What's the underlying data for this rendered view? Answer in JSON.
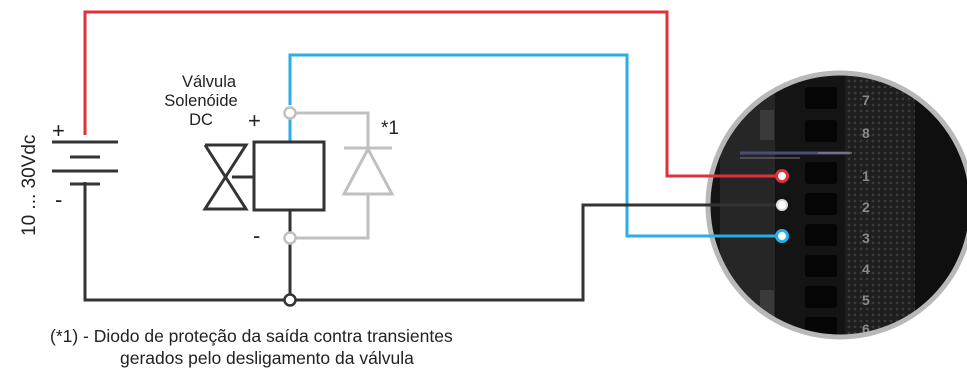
{
  "supply_label": "10 ... 30Vdc",
  "valve_label_line1": "Válvula",
  "valve_label_line2": "Solenóide",
  "valve_label_line3": "DC",
  "battery_plus": "+",
  "battery_minus": "-",
  "coil_plus": "+",
  "coil_minus": "-",
  "diode_ref": "*1",
  "terminal_numbers": [
    "7",
    "8",
    "1",
    "2",
    "3",
    "4",
    "5",
    "6"
  ],
  "footnote": {
    "line1": "(*1) - Diodo de proteção da saída contra transientes",
    "line2": "gerados pelo desligamento da válvula"
  },
  "colors": {
    "positive_wire": "#e0303a",
    "signal_wire": "#29aee6",
    "common_wire": "#333333",
    "diode": "#c0c0c0"
  }
}
